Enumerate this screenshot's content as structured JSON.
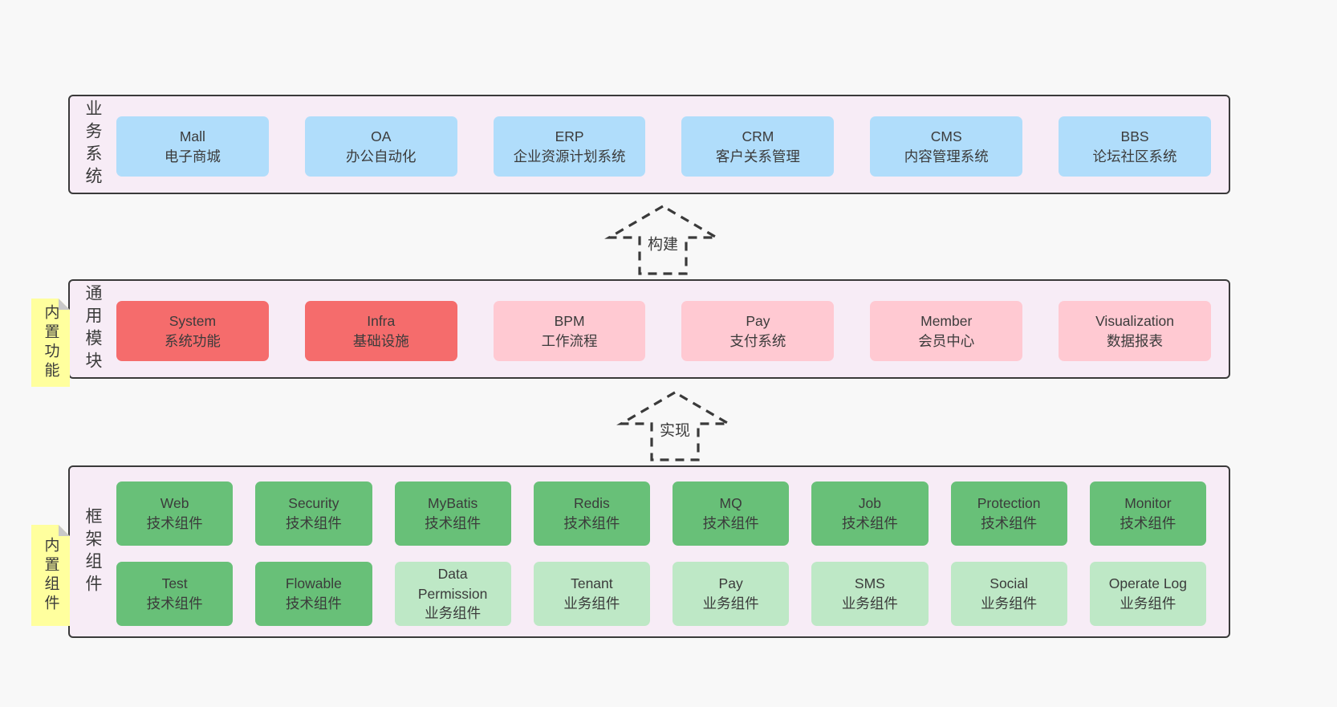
{
  "colors": {
    "page_bg": "#f8f8f8",
    "band_bg": "#f7ecf6",
    "band_border": "#3a3a3a",
    "blue_box": "#b0ddfb",
    "red_box": "#f56c6c",
    "pink_box": "#ffc9d2",
    "green_box": "#68c078",
    "light_green_box": "#bee8c6",
    "sticky_note": "#ffff9e",
    "sticky_fold": "#c8c8c8",
    "text": "#3b3b3b"
  },
  "arrows": [
    {
      "label": "构建"
    },
    {
      "label": "实现"
    }
  ],
  "bands": [
    {
      "label": "业务系统",
      "rows": [
        [
          {
            "title": "Mall",
            "subtitle": "电子商城"
          },
          {
            "title": "OA",
            "subtitle": "办公自动化"
          },
          {
            "title": "ERP",
            "subtitle": "企业资源计划系统"
          },
          {
            "title": "CRM",
            "subtitle": "客户关系管理"
          },
          {
            "title": "CMS",
            "subtitle": "内容管理系统"
          },
          {
            "title": "BBS",
            "subtitle": "论坛社区系统"
          }
        ]
      ]
    },
    {
      "label": "通用模块",
      "sticky": "内置功能",
      "rows": [
        [
          {
            "title": "System",
            "subtitle": "系统功能"
          },
          {
            "title": "Infra",
            "subtitle": "基础设施"
          },
          {
            "title": "BPM",
            "subtitle": "工作流程"
          },
          {
            "title": "Pay",
            "subtitle": "支付系统"
          },
          {
            "title": "Member",
            "subtitle": "会员中心"
          },
          {
            "title": "Visualization",
            "subtitle": "数据报表"
          }
        ]
      ]
    },
    {
      "label": "框架组件",
      "sticky": "内置组件",
      "rows": [
        [
          {
            "title": "Web",
            "subtitle": "技术组件"
          },
          {
            "title": "Security",
            "subtitle": "技术组件"
          },
          {
            "title": "MyBatis",
            "subtitle": "技术组件"
          },
          {
            "title": "Redis",
            "subtitle": "技术组件"
          },
          {
            "title": "MQ",
            "subtitle": "技术组件"
          },
          {
            "title": "Job",
            "subtitle": "技术组件"
          },
          {
            "title": "Protection",
            "subtitle": "技术组件"
          },
          {
            "title": "Monitor",
            "subtitle": "技术组件"
          }
        ],
        [
          {
            "title": "Test",
            "subtitle": "技术组件"
          },
          {
            "title": "Flowable",
            "subtitle": "技术组件"
          },
          {
            "title": "Data Permission",
            "subtitle": "业务组件"
          },
          {
            "title": "Tenant",
            "subtitle": "业务组件"
          },
          {
            "title": "Pay",
            "subtitle": "业务组件"
          },
          {
            "title": "SMS",
            "subtitle": "业务组件"
          },
          {
            "title": "Social",
            "subtitle": "业务组件"
          },
          {
            "title": "Operate Log",
            "subtitle": "业务组件"
          }
        ]
      ]
    }
  ]
}
